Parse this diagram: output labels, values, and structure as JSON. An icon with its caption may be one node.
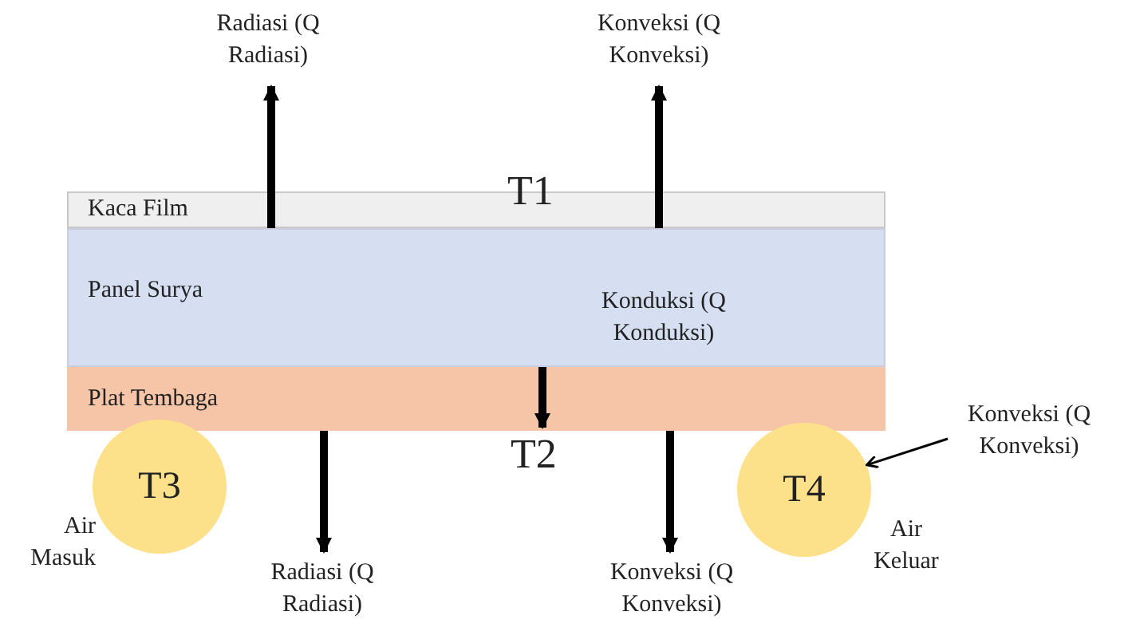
{
  "diagram": {
    "nodes": [
      {
        "text": [
          "Kaca Film"
        ]
      },
      {
        "text": [
          "Panel Surya"
        ]
      },
      {
        "text": [
          "Plat Tembaga"
        ]
      },
      {
        "text": [
          "T3"
        ],
        "beside": [
          "Air Masuk"
        ]
      },
      {
        "text": [
          "T4"
        ],
        "beside": [
          "Air Keluar"
        ]
      },
      {
        "text": [
          "Radiasi (Q Radiasi)"
        ]
      },
      {
        "text": [
          "Konveksi (Q Konveksi)"
        ]
      },
      {
        "text": [
          "Radiasi (Q Radiasi)"
        ]
      },
      {
        "text": [
          "Konveksi (Q Konveksi)"
        ]
      },
      {
        "text": [
          "Konveksi (Q Konveksi)"
        ]
      }
    ],
    "edges": [
      {
        "from": 0,
        "to": 5,
        "arrow": "to"
      },
      {
        "from": 0,
        "to": 6,
        "arrow": "to"
      },
      {
        "from": 1,
        "to": 2,
        "arrow": "to",
        "label": "Konduksi (Q Konduksi)"
      },
      {
        "from": 2,
        "to": 7,
        "arrow": "to"
      },
      {
        "from": 2,
        "to": 8,
        "arrow": "to"
      },
      {
        "from": 9,
        "to": 4,
        "arrow": "to"
      }
    ],
    "labels": [
      "T1",
      "T2"
    ]
  }
}
